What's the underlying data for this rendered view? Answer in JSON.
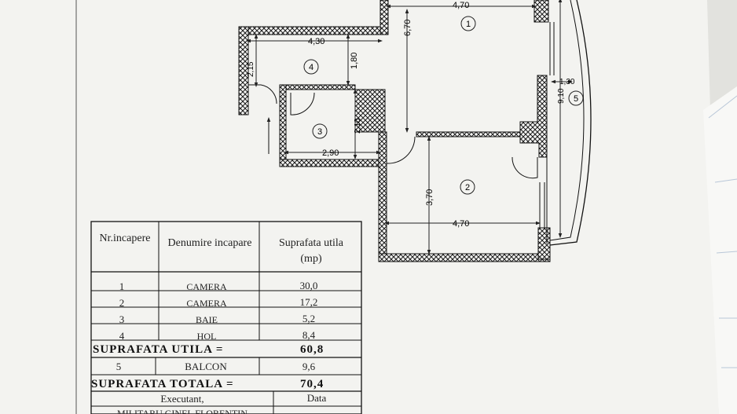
{
  "floor_plan": {
    "rooms": [
      {
        "number": "1"
      },
      {
        "number": "2"
      },
      {
        "number": "3"
      },
      {
        "number": "4"
      },
      {
        "number": "5"
      }
    ],
    "dimensions": {
      "room1_width": "4,70",
      "room1_height": "6,70",
      "room4_width": "4,30",
      "room4_left": "2,15",
      "room4_height": "1,80",
      "room3_width": "2,90",
      "room3_height": "2,10",
      "room2_height": "3,70",
      "room2_width": "4,70",
      "balcony_width": "1,30",
      "balcony_length": "9,10"
    }
  },
  "table": {
    "headers": {
      "number": "Nr.incapere",
      "name": "Denumire incapare",
      "area_line1": "Suprafata utila",
      "area_line2": "(mp)"
    },
    "rows": [
      {
        "nr": "1",
        "name": "CAMERA",
        "area": "30,0"
      },
      {
        "nr": "2",
        "name": "CAMERA",
        "area": "17,2"
      },
      {
        "nr": "3",
        "name": "BAIE",
        "area": "5,2"
      },
      {
        "nr": "4",
        "name": "HOL",
        "area": "8,4"
      }
    ],
    "useful_total_label": "SUPRAFATA UTILA =",
    "useful_total_value": "60,8",
    "balcony_row": {
      "nr": "5",
      "name": "BALCON",
      "area": "9,6"
    },
    "grand_total_label": "SUPRAFATA TOTALA =",
    "grand_total_value": "70,4",
    "footer": {
      "executant_label": "Executant,",
      "date_label": "Data",
      "executant_name": "MILITARU GINEL FLORENTIN"
    }
  }
}
